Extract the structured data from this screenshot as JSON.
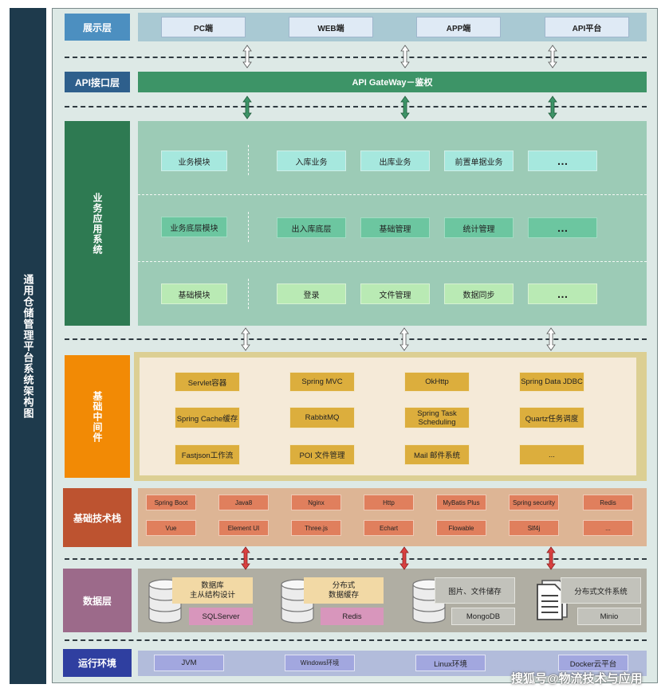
{
  "side_title": "通用仓储管理平台系统架构图",
  "display_layer": {
    "label": "展示层",
    "items": [
      "PC端",
      "WEB端",
      "APP端",
      "API平台"
    ]
  },
  "api_layer": {
    "label": "API接口层",
    "gateway": "API GateWay－鉴权"
  },
  "business": {
    "label": "业务应用系统",
    "rows": [
      {
        "module": "业务模块",
        "items": [
          "入库业务",
          "出库业务",
          "前置单据业务",
          "…"
        ]
      },
      {
        "module": "业务底层模块",
        "items": [
          "出入库底层",
          "基础管理",
          "统计管理",
          "…"
        ]
      },
      {
        "module": "基础模块",
        "items": [
          "登录",
          "文件管理",
          "数据同步",
          "…"
        ]
      }
    ]
  },
  "middleware": {
    "label": "基础中间件",
    "rows": [
      [
        "Servlet容器",
        "Spring MVC",
        "OkHttp",
        "Spring Data JDBC"
      ],
      [
        "Spring Cache缓存",
        "RabbitMQ",
        "Spring Task Scheduling",
        "Quartz任务调度"
      ],
      [
        "Fastjson工作流",
        "POI 文件管理",
        "Mail 邮件系统",
        "..."
      ]
    ]
  },
  "tech_stack": {
    "label": "基础技术栈",
    "rows": [
      [
        "Spring Boot",
        "Java8",
        "Nginx",
        "Http",
        "MyBatis Plus",
        "Spring security",
        "Redis"
      ],
      [
        "Vue",
        "Element UI",
        "Three.js",
        "Echart",
        "Flowable",
        "Slf4j",
        "..."
      ]
    ]
  },
  "data_layer": {
    "label": "数据层",
    "groups": [
      {
        "title": "数据库\n主从结构设计",
        "sub": "SQLServer"
      },
      {
        "title": "分布式\n数据缓存",
        "sub": "Redis"
      },
      {
        "title": "图片、文件储存",
        "sub": "MongoDB"
      },
      {
        "title": "分布式文件系统",
        "sub": "Minio"
      }
    ]
  },
  "runtime": {
    "label": "运行环境",
    "items": [
      "JVM",
      "Windows环境",
      "Linux环境",
      "Docker云平台"
    ]
  },
  "watermark": "搜狐号@物流技术与应用",
  "colors": {
    "side": "#1e3a4c",
    "display": "#4c8fc0",
    "api": "#2e5f8c",
    "gateway": "#3d9467",
    "business": "#2e7a52",
    "middleware": "#f28a05",
    "tech": "#bd5330",
    "data": "#9c6a8a",
    "runtime": "#2f3fa0"
  }
}
